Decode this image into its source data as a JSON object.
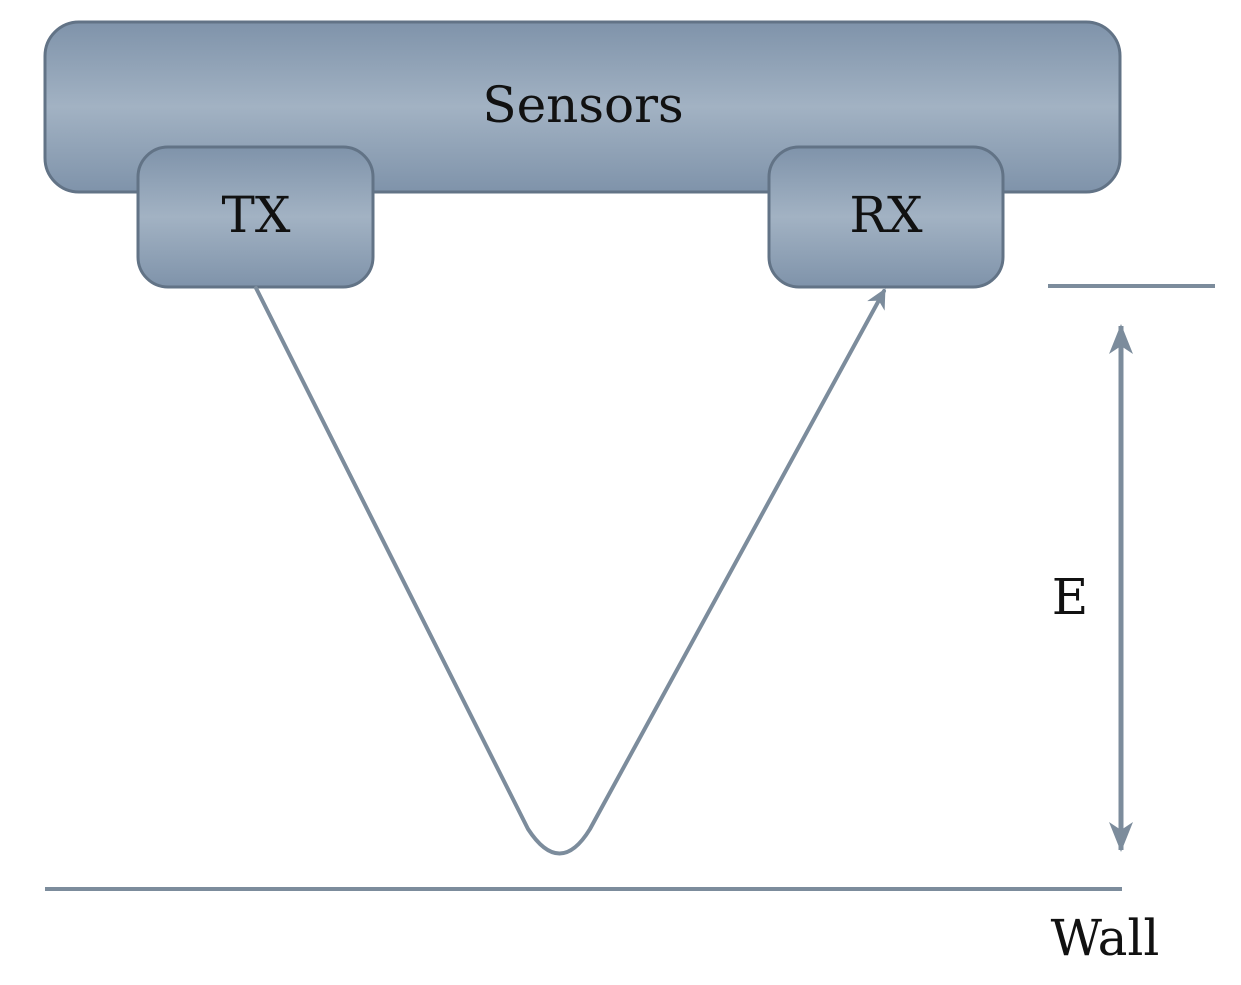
{
  "labels": {
    "sensors": "Sensors",
    "tx": "TX",
    "rx": "RX",
    "distance": "E",
    "wall": "Wall"
  },
  "colors": {
    "box_fill_light": "#A2B2C3",
    "box_fill_dark": "#7F93AA",
    "box_stroke": "#627386",
    "line": "#7C8C9C",
    "text": "#111111"
  }
}
